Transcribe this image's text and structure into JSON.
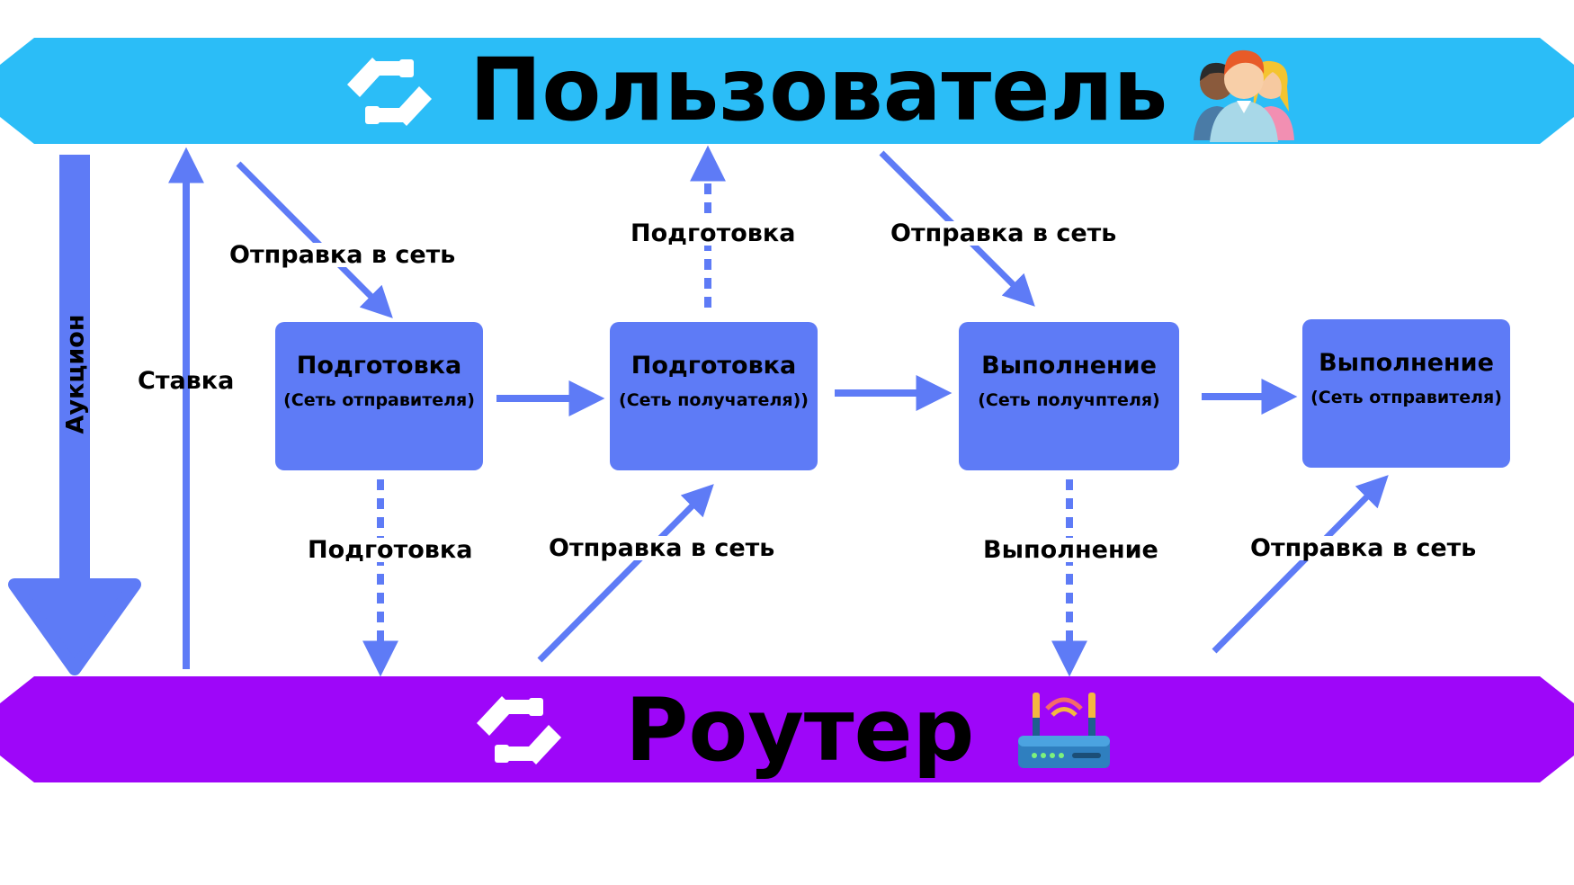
{
  "banners": {
    "user": {
      "title": "Пользователь",
      "color": "#2bbdf7",
      "icon": "people-icon"
    },
    "router": {
      "title": "Роутер",
      "color": "#9e06f9",
      "icon": "wifi-router-icon"
    }
  },
  "boxes": [
    {
      "title": "Подготовка",
      "subtitle": "(Сеть отправителя)"
    },
    {
      "title": "Подготовка",
      "subtitle": "(Сеть получателя))"
    },
    {
      "title": "Выполнение",
      "subtitle": "(Сеть получптеля)"
    },
    {
      "title": "Выполнение",
      "subtitle": "(Сеть отправителя)"
    }
  ],
  "labels": {
    "auction": "Аукцион",
    "bid": "Ставка",
    "send1": "Отправка в сеть",
    "prep_up": "Подготовка",
    "send2": "Отправка в сеть",
    "prep_down": "Подготовка",
    "send3": "Отправка в сеть",
    "exec_down": "Выполнение",
    "send4": "Отправка в сеть"
  },
  "colors": {
    "arrow": "#5e7bf6",
    "box": "#5e7bf6"
  }
}
